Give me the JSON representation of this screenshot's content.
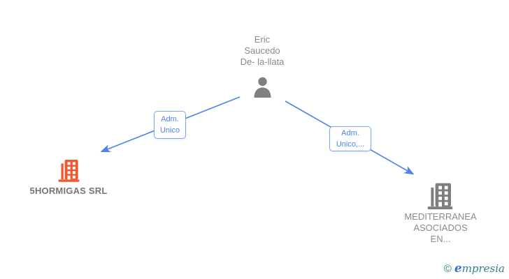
{
  "person": {
    "name_lines": [
      "Eric",
      "Saucedo",
      "De- la-llata"
    ]
  },
  "edges": [
    {
      "label_lines": [
        "Adm.",
        "Unico"
      ]
    },
    {
      "label_lines": [
        "Adm.",
        "Unico,..."
      ]
    }
  ],
  "companies": [
    {
      "name": "5HORMIGAS SRL"
    },
    {
      "name_lines": [
        "MEDITERRANEA",
        "ASOCIADOS",
        "EN..."
      ]
    }
  ],
  "watermark": {
    "symbol": "©",
    "brand_initial": "e",
    "brand_rest": "mpresia"
  },
  "icons": {
    "person": "person-icon",
    "company_left": "building-icon",
    "company_right": "building-icon",
    "arrows": "arrowhead-icon"
  },
  "colors": {
    "edge_blue": "#4e83ea",
    "edge_label_border": "#7da7f4",
    "person_gray": "#808080",
    "name_text_gray": "#8a8a8a",
    "company_left_orange": "#f4562e",
    "company_right_gray": "#7d7d7d",
    "watermark_teal": "#2e7f8f",
    "watermark_blue": "#3a6fd8"
  }
}
